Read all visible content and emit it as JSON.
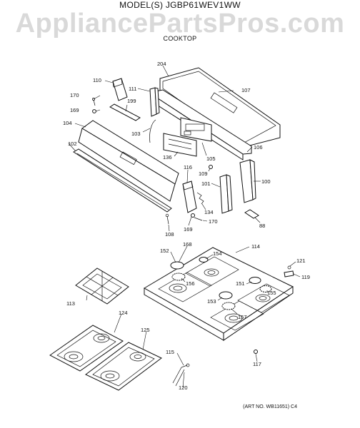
{
  "header": {
    "model_line": "MODEL(S) JGBP61WEV1WW",
    "watermark": "AppliancePartsPros.com",
    "section": "COOKTOP"
  },
  "footer": {
    "art_no": "(ART NO. WB11651) C4"
  },
  "callouts": {
    "c204": "204",
    "c110": "110",
    "c111": "111",
    "c107": "107",
    "c170a": "170",
    "c199": "199",
    "c169a": "169",
    "c104": "104",
    "c103": "103",
    "c102": "102",
    "c136": "136",
    "c105": "105",
    "c106": "106",
    "c109": "109",
    "c116": "116",
    "c101": "101",
    "c100": "100",
    "c134": "134",
    "c170b": "170",
    "c169b": "169",
    "c88": "88",
    "c108": "108",
    "c168": "168",
    "c114": "114",
    "c152": "152",
    "c154": "154",
    "c121": "121",
    "c119": "119",
    "c151": "151",
    "c156": "156",
    "c155": "155",
    "c153": "153",
    "c157": "157",
    "c113": "113",
    "c124": "124",
    "c125": "125",
    "c115": "115",
    "c117": "117",
    "c120": "120"
  }
}
